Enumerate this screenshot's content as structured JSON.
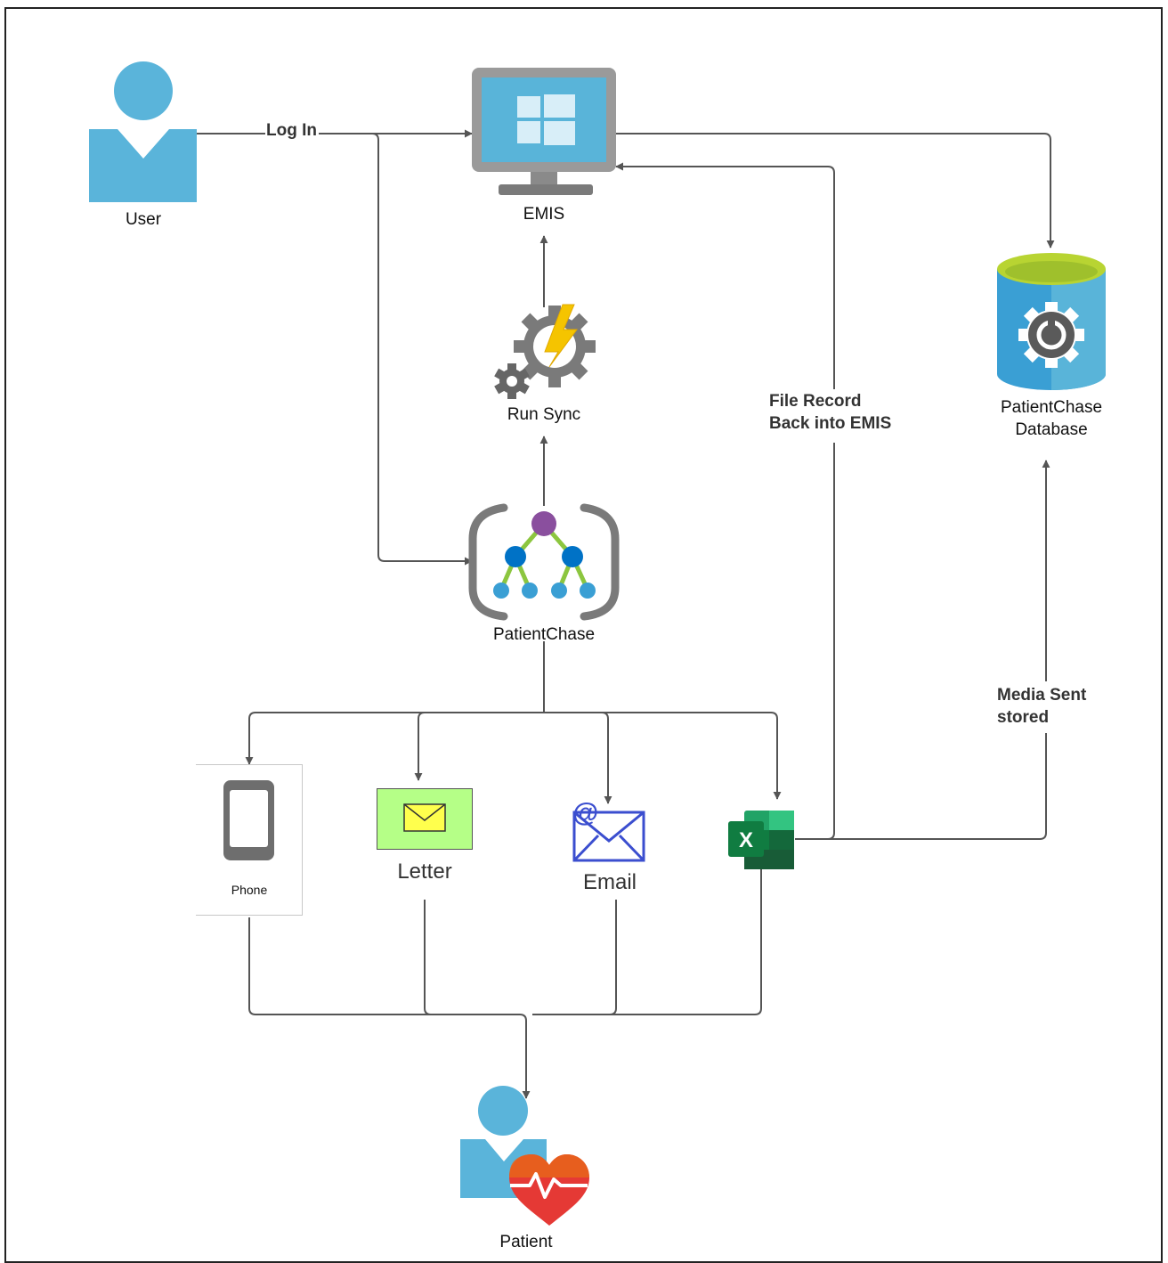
{
  "nodes": {
    "user": "User",
    "emis": "EMIS",
    "run_sync": "Run Sync",
    "patientchase": "PatientChase",
    "database": "PatientChase\nDatabase",
    "phone": "Phone",
    "letter": "Letter",
    "email": "Email",
    "patient": "Patient"
  },
  "edges": {
    "log_in": "Log In",
    "file_record": "File Record\nBack into EMIS",
    "media_sent": "Media Sent\nstored"
  },
  "colors": {
    "person_blue": "#5ab4da",
    "connector": "#555555",
    "monitor_gray": "#9a9a9a",
    "screen_blue": "#59b4d9",
    "db_blue": "#3a9fd4",
    "db_top": "#b8d432",
    "excel_green": "#107c41",
    "letter_green": "#b5ff87",
    "envelope_yellow": "#ffff4d",
    "email_blue": "#3b4ecf",
    "heart_red": "#e53935"
  },
  "icons": [
    "user-icon",
    "monitor-icon",
    "windows-logo-icon",
    "gear-lightning-icon",
    "hierarchy-icon",
    "database-icon",
    "phone-icon",
    "envelope-icon",
    "email-at-icon",
    "excel-icon",
    "patient-heart-icon"
  ]
}
